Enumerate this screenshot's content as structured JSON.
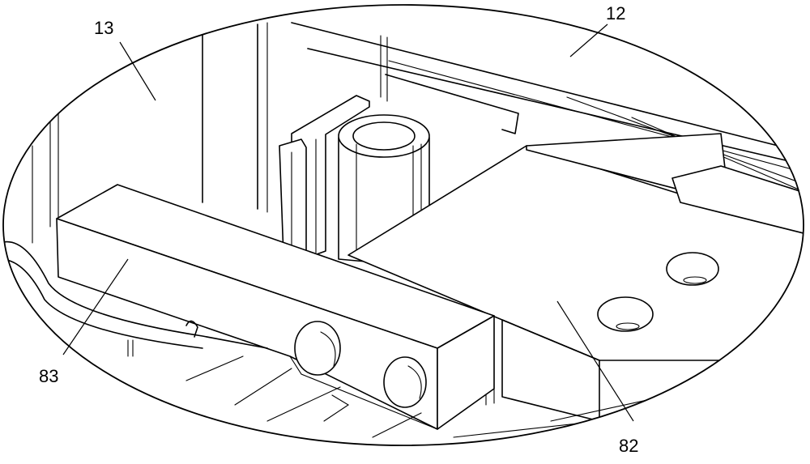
{
  "labels": {
    "top_left": "13",
    "top_right": "12",
    "bottom_left": "83",
    "bottom_right": "82"
  }
}
